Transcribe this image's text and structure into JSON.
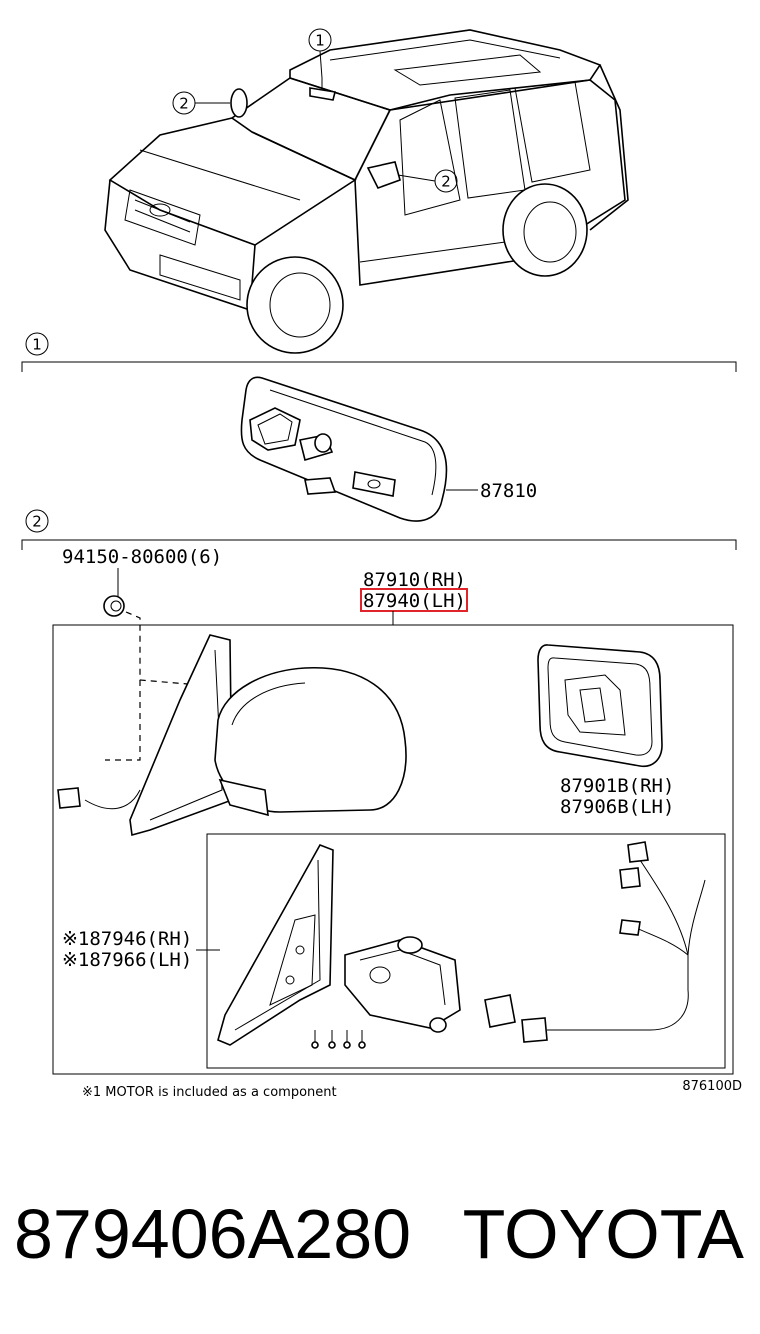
{
  "callouts": {
    "c1": "1",
    "c2": "2"
  },
  "labels": {
    "inner_mirror": "87810",
    "screw": "94150-80600(6)",
    "outer_mirror_rh": "87910(RH)",
    "outer_mirror_lh": "87940(LH)",
    "mirror_glass_rh": "87901B(RH)",
    "mirror_glass_lh": "87906B(LH)",
    "motor_rh": "※187946(RH)",
    "motor_lh": "※187966(LH)"
  },
  "footnote": "※1 MOTOR is included as a component",
  "figure_code": "876100D",
  "part_number": "879406A280",
  "brand": "TOYOTA",
  "colors": {
    "highlight": "#e0242c"
  }
}
